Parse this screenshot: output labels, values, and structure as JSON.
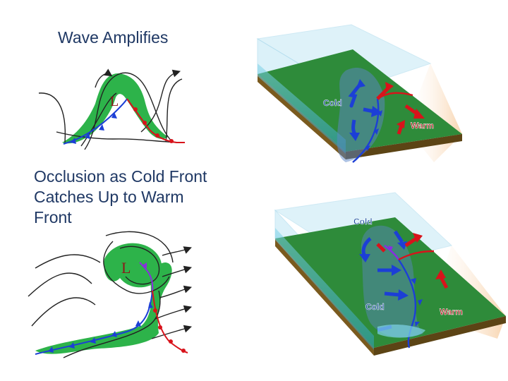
{
  "slide": {
    "title_wave": "Wave Amplifies",
    "title_occlusion_lines": [
      "Occlusion as Cold Front",
      "Catches Up to Warm",
      "Front"
    ]
  },
  "diagrams": {
    "top_map": {
      "low_label": "L"
    },
    "bottom_map": {
      "low_label": "L"
    },
    "top_block": {
      "cold_label": "Cold",
      "warm_label": "Warm"
    },
    "bottom_block": {
      "cold_label_top": "Cold",
      "cold_label_bottom": "Cold",
      "warm_label": "Warm"
    }
  },
  "colors": {
    "title": "#1f3864",
    "precip_green": "#2db34a",
    "cold_front": "#1c3fd6",
    "warm_front": "#d8131b",
    "occluded": "#8a2be2",
    "cold_air": "#5b86c8",
    "ground": "#2e8b3a",
    "glass": "#bfe6f5",
    "warm_air": "#f6c99a"
  }
}
